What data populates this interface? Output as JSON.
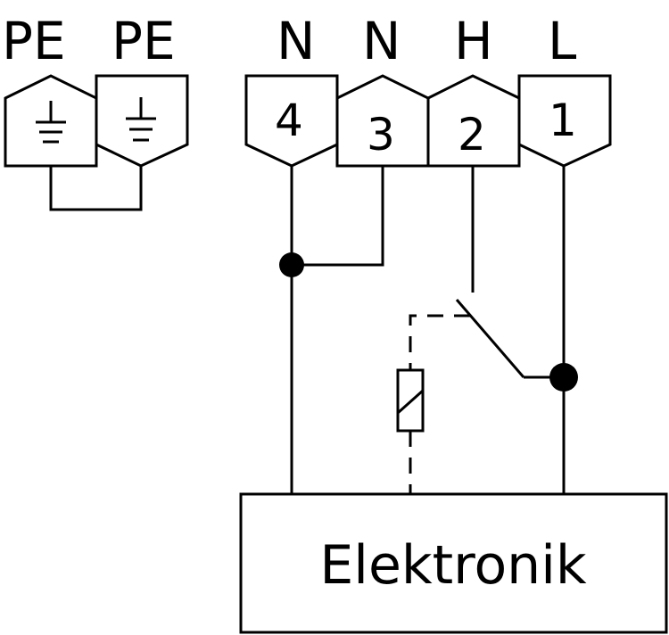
{
  "terminal_labels": {
    "pe1": "PE",
    "pe2": "PE",
    "t4": "N",
    "t3": "N",
    "t2": "H",
    "t1": "L"
  },
  "terminal_numbers": {
    "t4": "4",
    "t3": "3",
    "t2": "2",
    "t1": "1"
  },
  "module": {
    "label": "Elektronik"
  },
  "colors": {
    "stroke": "#000000",
    "background": "#ffffff"
  }
}
